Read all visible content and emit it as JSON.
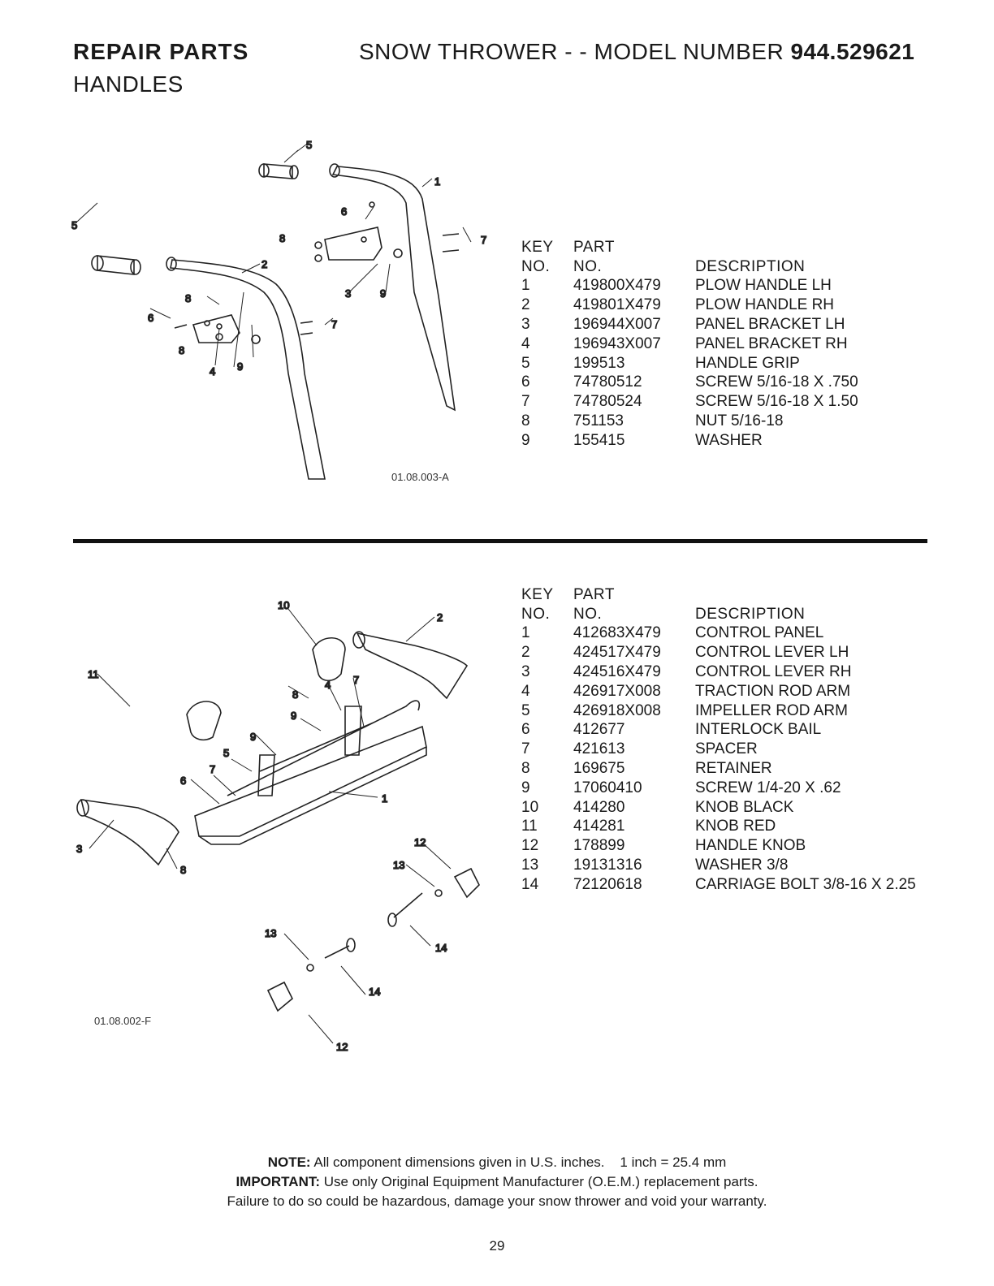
{
  "header": {
    "section": "REPAIR PARTS",
    "product_prefix": "SNOW THROWER - - MODEL NUMBER",
    "model_number": "944.529621",
    "subsection": "HANDLES"
  },
  "table_headers": {
    "key_line1": "KEY",
    "key_line2": "NO.",
    "part_line1": "PART",
    "part_line2": "NO.",
    "description": "DESCRIPTION"
  },
  "handles_figure": {
    "code": "01.08.003-A",
    "callouts": [
      "1",
      "2",
      "3",
      "4",
      "5",
      "5",
      "6",
      "6",
      "7",
      "7",
      "8",
      "8",
      "8",
      "9",
      "9"
    ]
  },
  "handles_parts": [
    {
      "key": "1",
      "part": "419800X479",
      "description": "PLOW HANDLE LH"
    },
    {
      "key": "2",
      "part": "419801X479",
      "description": "PLOW HANDLE RH"
    },
    {
      "key": "3",
      "part": "196944X007",
      "description": "PANEL BRACKET LH"
    },
    {
      "key": "4",
      "part": "196943X007",
      "description": "PANEL BRACKET RH"
    },
    {
      "key": "5",
      "part": "199513",
      "description": "HANDLE GRIP"
    },
    {
      "key": "6",
      "part": "74780512",
      "description": "SCREW 5/16-18 X .750"
    },
    {
      "key": "7",
      "part": "74780524",
      "description": "SCREW 5/16-18 X 1.50"
    },
    {
      "key": "8",
      "part": "751153",
      "description": "NUT 5/16-18"
    },
    {
      "key": "9",
      "part": "155415",
      "description": "WASHER"
    }
  ],
  "control_figure": {
    "code": "01.08.002-F",
    "callouts": [
      "1",
      "2",
      "3",
      "4",
      "5",
      "6",
      "7",
      "7",
      "8",
      "8",
      "9",
      "9",
      "10",
      "11",
      "12",
      "12",
      "13",
      "13",
      "14",
      "14"
    ]
  },
  "control_parts": [
    {
      "key": "1",
      "part": "412683X479",
      "description": "CONTROL PANEL"
    },
    {
      "key": "2",
      "part": "424517X479",
      "description": "CONTROL LEVER LH"
    },
    {
      "key": "3",
      "part": "424516X479",
      "description": "CONTROL LEVER RH"
    },
    {
      "key": "4",
      "part": "426917X008",
      "description": "TRACTION ROD ARM"
    },
    {
      "key": "5",
      "part": "426918X008",
      "description": "IMPELLER ROD ARM"
    },
    {
      "key": "6",
      "part": "412677",
      "description": "INTERLOCK BAIL"
    },
    {
      "key": "7",
      "part": "421613",
      "description": "SPACER"
    },
    {
      "key": "8",
      "part": "169675",
      "description": "RETAINER"
    },
    {
      "key": "9",
      "part": "17060410",
      "description": "SCREW 1/4-20 X .62"
    },
    {
      "key": "10",
      "part": "414280",
      "description": "KNOB BLACK"
    },
    {
      "key": "11",
      "part": "414281",
      "description": "KNOB RED"
    },
    {
      "key": "12",
      "part": "178899",
      "description": "HANDLE KNOB"
    },
    {
      "key": "13",
      "part": "19131316",
      "description": "WASHER 3/8"
    },
    {
      "key": "14",
      "part": "72120618",
      "description": "CARRIAGE BOLT 3/8-16 X 2.25"
    }
  ],
  "footer": {
    "note_label": "NOTE:",
    "note_text": "All component dimensions given in U.S. inches.    1 inch = 25.4 mm",
    "important_label": "IMPORTANT:",
    "important_text": "Use only Original Equipment Manufacturer (O.E.M.) replacement parts.",
    "warning": "Failure to do so could be hazardous, damage your snow thrower and void your warranty.",
    "page_number": "29"
  }
}
